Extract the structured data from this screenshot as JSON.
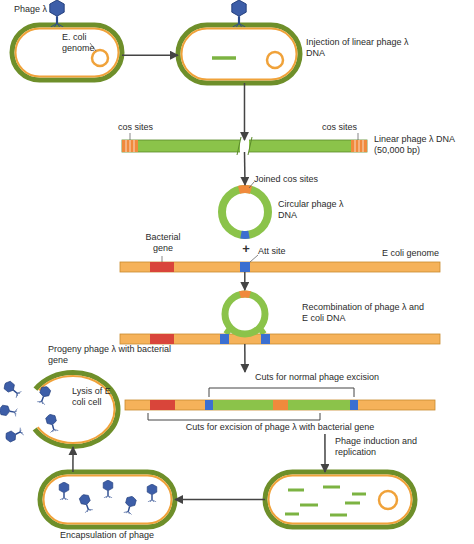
{
  "diagram": {
    "nodes": [
      {
        "text": [
          "Phage λ",
          "E. coli genome"
        ]
      },
      {
        "text": [
          "Injection of linear phage λ DNA"
        ]
      },
      {
        "text": [
          "cos sites",
          "cos sites",
          "Linear phage λ DNA (50,000 bp)"
        ]
      },
      {
        "text": [
          "Joined cos sites",
          "Circular phage λ DNA"
        ]
      },
      {
        "text": [
          "Att site",
          "Bacterial gene",
          "E coli genome"
        ]
      },
      {
        "text": [
          "Recombination of phage λ and E coli DNA"
        ]
      },
      {
        "text": [
          "Cuts for normal phage excision",
          "Cuts for excision of phage λ with bacterial gene"
        ]
      },
      {
        "text": [
          "Phage induction and replication"
        ]
      },
      {
        "text": [
          "Encapsulation of phage"
        ]
      },
      {
        "text": [
          "Progeny phage λ with bacterial gene",
          "Lysis of E coli cell"
        ]
      }
    ],
    "edges": [
      {
        "from": 0,
        "to": 1,
        "arrow": "to"
      },
      {
        "from": 1,
        "to": 2,
        "arrow": "to"
      },
      {
        "from": 2,
        "to": 3,
        "arrow": "to"
      },
      {
        "from": 4,
        "to": 5,
        "arrow": "to"
      },
      {
        "from": 5,
        "to": 6,
        "arrow": "to"
      },
      {
        "from": 6,
        "to": 7,
        "arrow": "to"
      },
      {
        "from": 7,
        "to": 8,
        "arrow": "to"
      },
      {
        "from": 8,
        "to": 9,
        "arrow": "to"
      }
    ],
    "labels": [
      "+"
    ]
  }
}
